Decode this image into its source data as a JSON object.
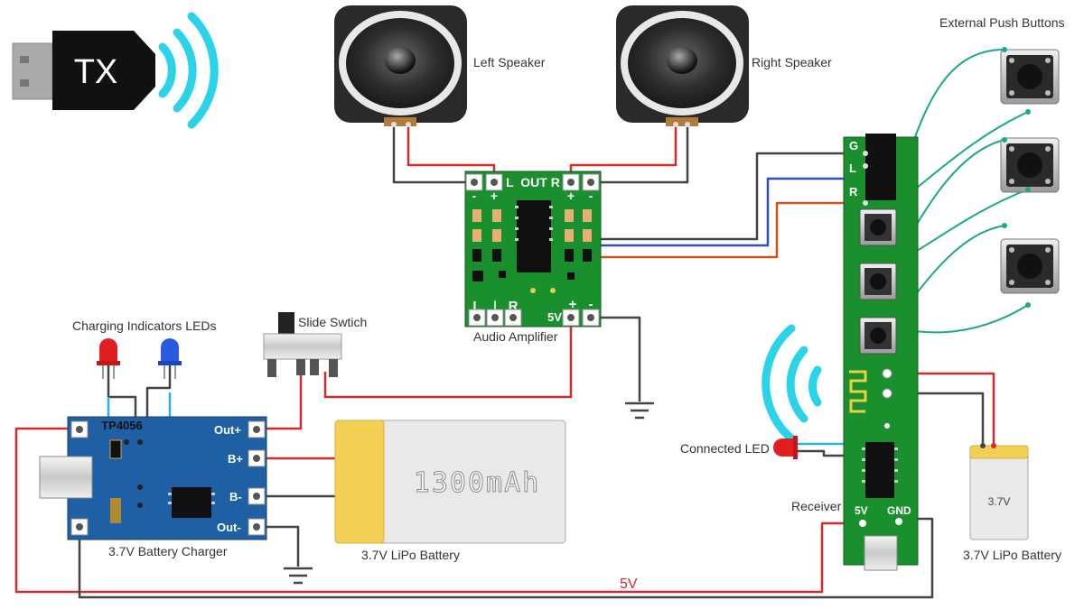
{
  "labels": {
    "tx_dongle": "TX",
    "left_speaker": "Left Speaker",
    "right_speaker": "Right Speaker",
    "external_buttons": "External Push Buttons",
    "amp_out": "L  OUT R",
    "amp_plus_left": "+",
    "amp_minus_left": "-",
    "amp_plus_right": "+",
    "amp_minus_right": "-",
    "amp_in_l": "L",
    "amp_in_gnd": "⊥",
    "amp_in_r": "R",
    "amp_vcc_plus": "+",
    "amp_vcc_minus": "-",
    "amp_5v": "5V",
    "audio_amplifier": "Audio Amplifier",
    "charging_leds": "Charging Indicators LEDs",
    "slide_switch": "Slide Swtich",
    "charger_chip": "TP4056",
    "charger_out_plus": "Out+",
    "charger_b_plus": "B+",
    "charger_b_minus": "B-",
    "charger_out_minus": "Out-",
    "battery_charger": "3.7V Battery Charger",
    "battery_capacity": "1300mAh",
    "lipo_battery_1": "3.7V LiPo Battery",
    "rx_g": "G",
    "rx_l": "L",
    "rx_r": "R",
    "connected_led": "Connected LED",
    "receiver": "Receiver",
    "rx_5v": "5V",
    "rx_gnd": "GND",
    "small_battery": "3.7V",
    "lipo_battery_2": "3.7V LiPo Battery",
    "supply_5v": "5V"
  },
  "colors": {
    "wire_red": "#d42a2a",
    "wire_black": "#444444",
    "wire_blue": "#2a4ed0",
    "wire_orange": "#c8561a",
    "wire_teal": "#1aa88a",
    "wifi_cyan": "#2ad3e8",
    "pcb_green": "#1a8f2e",
    "pcb_blue": "#1f5fa3",
    "battery_yellow": "#f2cf55"
  },
  "icons": [
    "usb-tx-dongle-icon",
    "wifi-signal-icon",
    "speaker-icon",
    "push-button-icon",
    "led-icon",
    "ground-symbol-icon",
    "slide-switch-icon",
    "lipo-battery-icon"
  ]
}
